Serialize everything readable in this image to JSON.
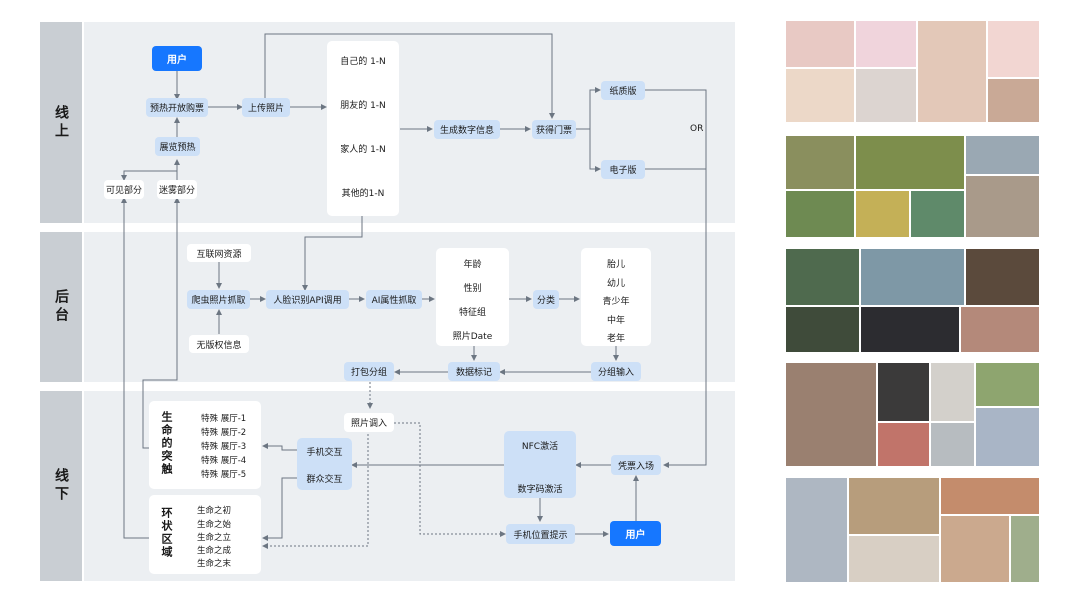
{
  "bands": {
    "online": "线上",
    "backend": "后台",
    "offline": "线下"
  },
  "online": {
    "user": "用户",
    "presale": "预热开放购票",
    "exhibit_presale": "展览预热",
    "visible_part": "可见部分",
    "fog_part": "迷雾部分",
    "upload_photos": "上传照片",
    "sources": [
      "自己的 1-N",
      "朋友的 1-N",
      "家人的 1-N",
      "其他的1-N"
    ],
    "generate_digital": "生成数字信息",
    "get_ticket": "获得门票",
    "paper_ticket": "纸质版",
    "e_ticket": "电子版",
    "or": "OR"
  },
  "backend": {
    "internet_resources": "互联网资源",
    "crawler": "爬虫照片抓取",
    "no_copyright": "无版权信息",
    "face_api": "人脸识别API调用",
    "ai_attr": "AI属性抓取",
    "attributes": [
      "年龄",
      "性别",
      "特征组",
      "照片Date"
    ],
    "classify": "分类",
    "groups": [
      "胎儿",
      "幼儿",
      "青少年",
      "中年",
      "老年"
    ],
    "group_input": "分组输入",
    "data_mark": "数据标记",
    "pack_group": "打包分组"
  },
  "offline": {
    "photo_load": "照片调入",
    "life_breakthrough": "生命的突触",
    "halls": [
      "特殊 展厅-1",
      "特殊 展厅-2",
      "特殊 展厅-3",
      "特殊 展厅-4",
      "特殊 展厅-5"
    ],
    "ring_area": "环状区域",
    "life_stages": [
      "生命之初",
      "生命之始",
      "生命之立",
      "生命之成",
      "生命之末"
    ],
    "phone_interact": "手机交互",
    "crowd_interact": "群众交互",
    "nfc_activate": "NFC激活",
    "code_activate": "数字码激活",
    "ticket_entry": "凭票入场",
    "phone_location": "手机位置提示",
    "user": "用户"
  },
  "colors": {
    "primary": "#1677ff",
    "node_blue": "#cde0f7",
    "band_bg": "#eceff2",
    "band_label_bg": "#c9ced3"
  }
}
